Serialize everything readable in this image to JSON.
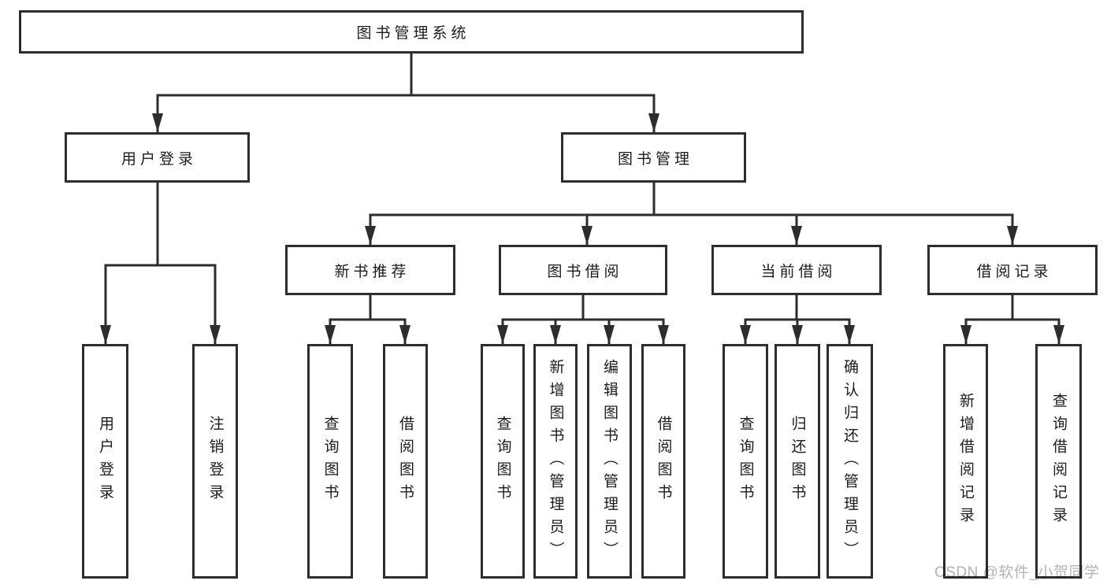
{
  "diagram_type": "hierarchy-tree",
  "colors": {
    "background": "#ffffff",
    "line": "#2d2d2d",
    "text": "#1c1c1c",
    "watermark": "#b4b4b4"
  },
  "nodes": {
    "root": "图书管理系统",
    "user_login": "用户登录",
    "book_management": "图书管理",
    "new_book_recommend": "新书推荐",
    "book_borrow": "图书借阅",
    "current_borrow": "当前借阅",
    "borrow_records": "借阅记录",
    "login": "用户登录",
    "logout": "注销登录",
    "recommend_query_books": "查询图书",
    "recommend_borrow_books": "借阅图书",
    "borrow_query_books": "查询图书",
    "borrow_add_books_admin": "新增图书（管理员）",
    "borrow_edit_books_admin": "编辑图书（管理员）",
    "borrow_borrow_books": "借阅图书",
    "current_query_books": "查询图书",
    "current_return_books": "归还图书",
    "current_confirm_return_admin": "确认归还（管理员）",
    "records_add_record": "新增借阅记录",
    "records_query_record": "查询借阅记录"
  },
  "structure": {
    "root": [
      "user_login",
      "book_management"
    ],
    "user_login": [
      "login",
      "logout"
    ],
    "book_management": [
      "new_book_recommend",
      "book_borrow",
      "current_borrow",
      "borrow_records"
    ],
    "new_book_recommend": [
      "recommend_query_books",
      "recommend_borrow_books"
    ],
    "book_borrow": [
      "borrow_query_books",
      "borrow_add_books_admin",
      "borrow_edit_books_admin",
      "borrow_borrow_books"
    ],
    "current_borrow": [
      "current_query_books",
      "current_return_books",
      "current_confirm_return_admin"
    ],
    "borrow_records": [
      "records_add_record",
      "records_query_record"
    ]
  },
  "watermark": {
    "text": "CSDN @软件_小贺同学"
  }
}
